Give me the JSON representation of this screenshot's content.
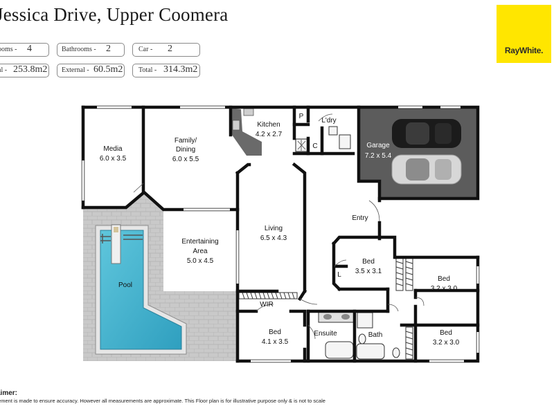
{
  "header": {
    "title": "Jessica Drive, Upper Coomera"
  },
  "stats": {
    "bedrooms_label": "ooms -",
    "bedrooms_value": "4",
    "bathrooms_label": "Bathrooms -",
    "bathrooms_value": "2",
    "car_label": "Car -",
    "car_value": "2",
    "internal_label": "al -",
    "internal_value": "253.8m2",
    "external_label": "External -",
    "external_value": "60.5m2",
    "total_label": "Total -",
    "total_value": "314.3m2"
  },
  "logo": {
    "text": "RayWhite.",
    "color": "#ffe600"
  },
  "rooms": {
    "media_name": "Media",
    "media_size": "6.0 x 3.5",
    "family_name1": "Family/",
    "family_name2": "Dining",
    "family_size": "6.0 x 5.5",
    "kitchen_name": "Kitchen",
    "kitchen_size": "4.2 x 2.7",
    "pantry": "P",
    "cupboard": "C",
    "laundry": "L'dry",
    "garage_name": "Garage",
    "garage_size": "7.2 x 5.4",
    "entry": "Entry",
    "living_name": "Living",
    "living_size": "6.5 x 4.3",
    "entertaining_name1": "Entertaining",
    "entertaining_name2": "Area",
    "entertaining_size": "5.0 x 4.5",
    "pool": "Pool",
    "bed2_name": "Bed",
    "bed2_size": "3.5 x 3.1",
    "linen": "L",
    "bed3_name": "Bed",
    "bed3_size": "3.2 x 3.0",
    "bed4_name": "Bed",
    "bed4_size": "3.2 x 3.0",
    "wir": "WIR",
    "master_name": "Bed",
    "master_size": "4.1 x 3.5",
    "ensuite": "Ensuite",
    "bath": "Bath"
  },
  "disclaimer": {
    "heading": "aimer:",
    "text": "tement is made to ensure accuracy. However all measurements are approximate. This Floor plan is for illustrative purpose only & is not to scale"
  }
}
